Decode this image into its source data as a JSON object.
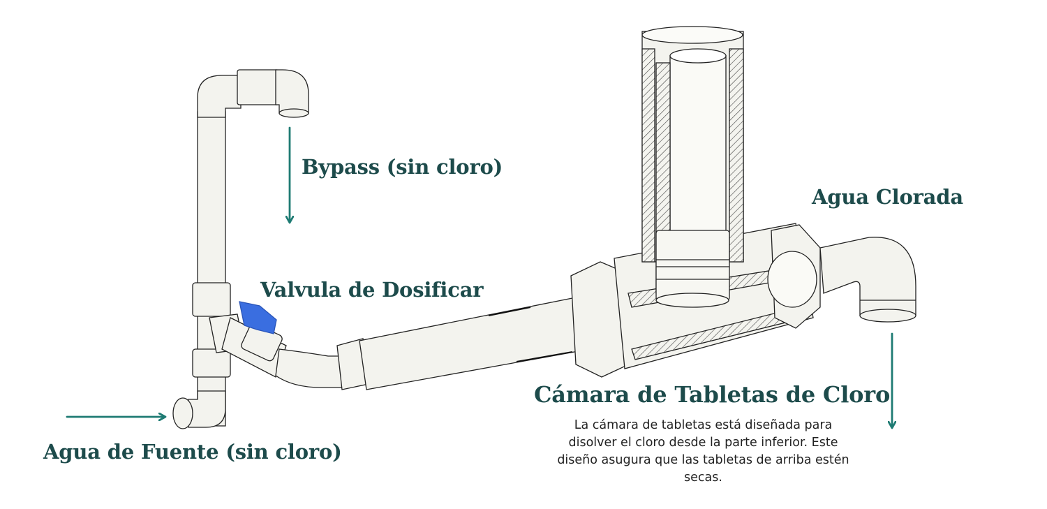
{
  "labels": {
    "bypass": "Bypass (sin cloro)",
    "valve": "Valvula de Dosificar",
    "chlorinated": "Agua Clorada",
    "source": "Agua de Fuente (sin cloro)",
    "chamber_title": "Cámara de Tabletas de Cloro",
    "chamber_description": "La cámara de tabletas está diseñada para disolver el cloro desde la parte inferior. Este diseño asugura que las tabletas de arriba estén secas."
  },
  "colors": {
    "accent_teal": "#1e7b73",
    "label_text": "#1d4b4b",
    "valve_blue": "#3a6ee0",
    "pipe_fill": "#f3f3ee",
    "pipe_outline": "#222222"
  },
  "icons": {
    "arrow": "arrow-icon",
    "valve_handle": "valve-handle-icon"
  }
}
